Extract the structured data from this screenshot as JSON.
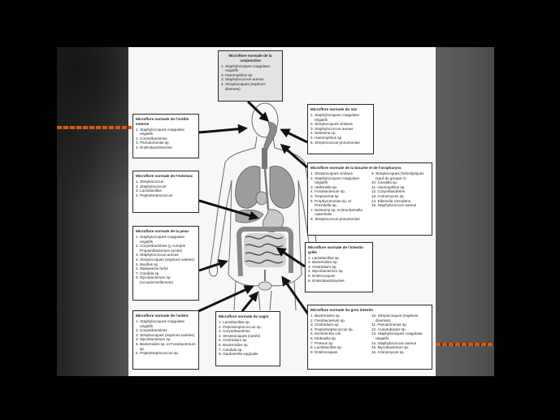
{
  "colors": {
    "background": "#000000",
    "page": "#f7f7f5",
    "accent_line": "#d35a16",
    "text": "#222222",
    "arrow": "#111111"
  },
  "boxes": {
    "conjonctive": {
      "title": "Microflore normale de la conjonctive",
      "items": [
        "1. Staphylocoques coagulase négatifs",
        "2. Haemophilus sp.",
        "3. Staphylococcus aureus",
        "4. Streptocoques (espèces diverses)"
      ]
    },
    "oreille": {
      "title": "Microflore normale de l'oreille externe",
      "items": [
        "1. Staphylocoques coagulase négatifs",
        "2. Corynébactéries",
        "3. Pseudomonas sp.",
        "4. Entérobactériacées"
      ]
    },
    "nez": {
      "title": "Microflore normale du nez",
      "items": [
        "1. Staphylocoques coagulase négatifs",
        "2. Streptocoques viridans",
        "3. Staphylococcus aureus",
        "4. Neisseria sp.",
        "5. Haemophilus sp.",
        "6. Streptococcus pneumoniae"
      ]
    },
    "estomac": {
      "title": "Microflore normale de l'estomac",
      "items": [
        "1. Streptococcus",
        "2. Staphylococcus",
        "3. Lactobacillus",
        "4. Peptostreptococcus"
      ]
    },
    "bouche": {
      "title": "Microflore normale de la bouche et de l'oropharynx",
      "col1": [
        "1. Streptocoques viridans",
        "2. Staphylocoques coagulase négatifs",
        "3. Veillonella sp.",
        "4. Fusobacterium sp.",
        "5. Treponema sp.",
        "6. Porphyromonas sp. et Prevotella sp.",
        "7. Neisseria sp. et Branhamella catarrhalis",
        "8. Streptococcus pneumoniae"
      ],
      "col2": [
        "9. Streptocoques (hémolytiques (sauf du groupe A)",
        "10. Candida sp.",
        "11. Haemophilus sp.",
        "12. Corynébactéries",
        "13. Actinomyces sp.",
        "14. Eikenella corrodens",
        "15. Staphylococcus aureus"
      ]
    },
    "peau": {
      "title": "Microflore normale de la peau",
      "items": [
        "1. Staphylocoques coagulase négatifs",
        "2. Corynébactéries (y compris Propionibacterium acnes)",
        "3. Staphylococcus aureus",
        "4. Streptocoques (espèces variées)",
        "5. Bacillus sp.",
        "6. Malassezia furfur",
        "7. Candida sp.",
        "8. Mycobacterium sp. (occasionnellement)"
      ]
    },
    "intestin_grele": {
      "title": "Microflore normale de l'intestin grêle",
      "items": [
        "1. Lactobacillus sp.",
        "2. Bacteroides sp.",
        "3. Clostridium sp.",
        "4. Mycobacterium sp.",
        "5. Entérocoques",
        "6. Entérobactériacées"
      ]
    },
    "uretre": {
      "title": "Microflore normale de l'urètre",
      "items": [
        "1. Staphylocoques coagulase négatifs",
        "2. Corynébactéries",
        "3. Streptocoques (espèces variées)",
        "4. Mycobacterium sp.",
        "5. Bacteroides sp. et Fusobacterium sp.",
        "6. Peptostreptococcus sp."
      ]
    },
    "vagin": {
      "title": "Microflore normale du vagin",
      "items": [
        "1. Lactobacillus sp.",
        "2. Peptostreptococcus sp.",
        "3. Corynébactéries",
        "4. Streptocoques (variés)",
        "5. Clostridium sp.",
        "6. Bacteroides sp.",
        "7. Candida sp.",
        "8. Gardnerella vaginalis"
      ]
    },
    "gros_intestin": {
      "title": "Microflore normale du gros intestin",
      "col1": [
        "1. Bacteroides sp.",
        "2. Fusobacterium sp.",
        "3. Clostridium sp.",
        "4. Peptostreptococcus sp.",
        "5. Escherichia coli",
        "6. Klebsiella sp.",
        "7. Proteus sp.",
        "8. Lactobacillus sp.",
        "9. Entérocoques"
      ],
      "col2": [
        "10. Streptocoques (espèces diverses)",
        "11. Pseudomonas sp.",
        "12. Acinetobacter sp.",
        "13. Staphylocoques coagulase négatifs",
        "14. Staphylococcus aureus",
        "15. Mycobacterium sp.",
        "16. Actinomyces sp."
      ]
    }
  }
}
